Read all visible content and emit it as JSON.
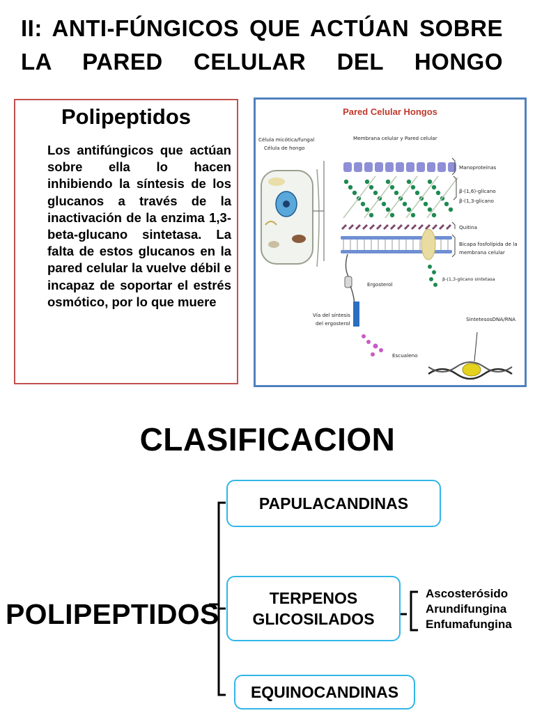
{
  "title": {
    "line1": "II: ANTI-FÚNGICOS QUE ACTÚAN SOBRE",
    "line2": "LA PARED CELULAR DEL HONGO"
  },
  "textbox": {
    "heading": "Polipeptidos",
    "paragraph": "Los antifúngicos que actúan sobre ella lo hacen inhibiendo la síntesis de los glucanos a través de la inactivación de la enzima 1,3-beta-glucano sintetasa. La falta de estos glucanos en la pared celular la vuelve débil e incapaz de soportar el estrés osmótico, por lo que muere"
  },
  "figure": {
    "title": "Pared Celular Hongos",
    "cell_label_1": "Célula micótica/fungal",
    "cell_label_2": "Célula de hongo",
    "membrane_label": "Membrana celular y Pared celular",
    "manoproteinas": "Manoproteínas",
    "glucan16": "β-(1,6)-glicano",
    "glucan13": "β-(1,3-glicano",
    "quitina": "Quitina",
    "bicapa_1": "Bicapa fosfolípida de la",
    "bicapa_2": "membrana celular",
    "ergosterol": "Ergosterol",
    "sintetasa": "β-(1,3-glicano sintetasa",
    "via_1": "Vía del síntesis",
    "via_2": "del ergosterol",
    "dna": "SintetesosDNA/RNA",
    "escualeno": "Escualeno",
    "colors": {
      "title": "#c0392b",
      "mannoprotein": "#8e8fd6",
      "glucan": "#1e8a52",
      "chitin": "#7b4a6e",
      "bilayer": "#6f8fd3",
      "synthase": "#e8dca0",
      "ergosterol_path": "#2b6fc1",
      "squalene": "#c85ac8"
    }
  },
  "classification": {
    "title": "CLASIFICACION",
    "root": "POLIPEPTIDOS",
    "branches": [
      {
        "label": "PAPULACANDINAS"
      },
      {
        "label": "TERPENOS GLICOSILADOS"
      },
      {
        "label": "EQUINOCANDINAS"
      }
    ],
    "terpenos_subitems": [
      "Ascosterósido",
      "Arundifungina",
      "Enfumafungina"
    ],
    "box_border_color": "#31b6e7"
  }
}
